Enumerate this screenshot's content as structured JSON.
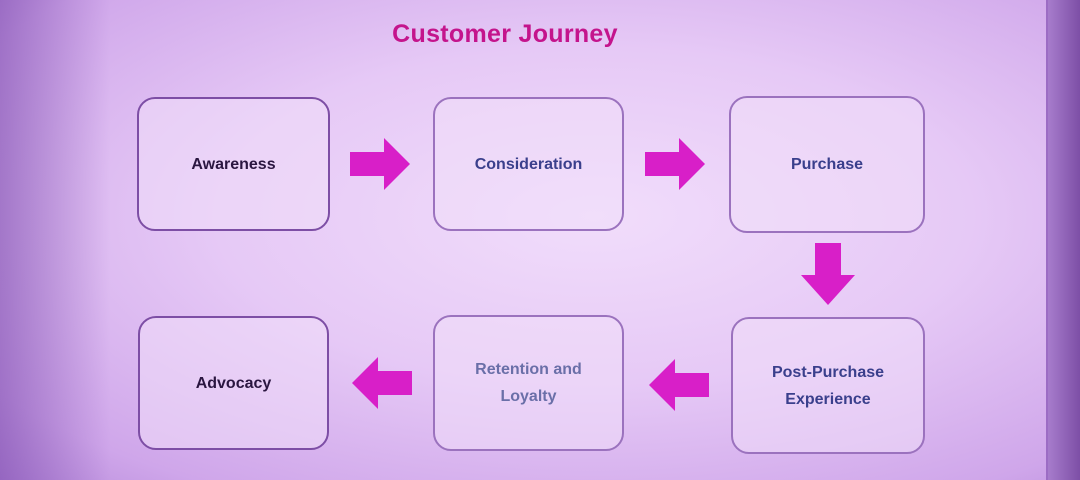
{
  "diagram": {
    "title": "Customer Journey",
    "stages": [
      {
        "label": "Awareness"
      },
      {
        "label": "Consideration"
      },
      {
        "label": "Purchase"
      },
      {
        "label": "Post-Purchase Experience"
      },
      {
        "label": "Retention and Loyalty"
      },
      {
        "label": "Advocacy"
      }
    ],
    "colors": {
      "title": "#c4148c",
      "arrow": "#d81fc8",
      "stage_text_dark": "#2a1640",
      "stage_text_blue": "#3a3f8c",
      "stage_text_faded": "#6a6fa8"
    }
  }
}
